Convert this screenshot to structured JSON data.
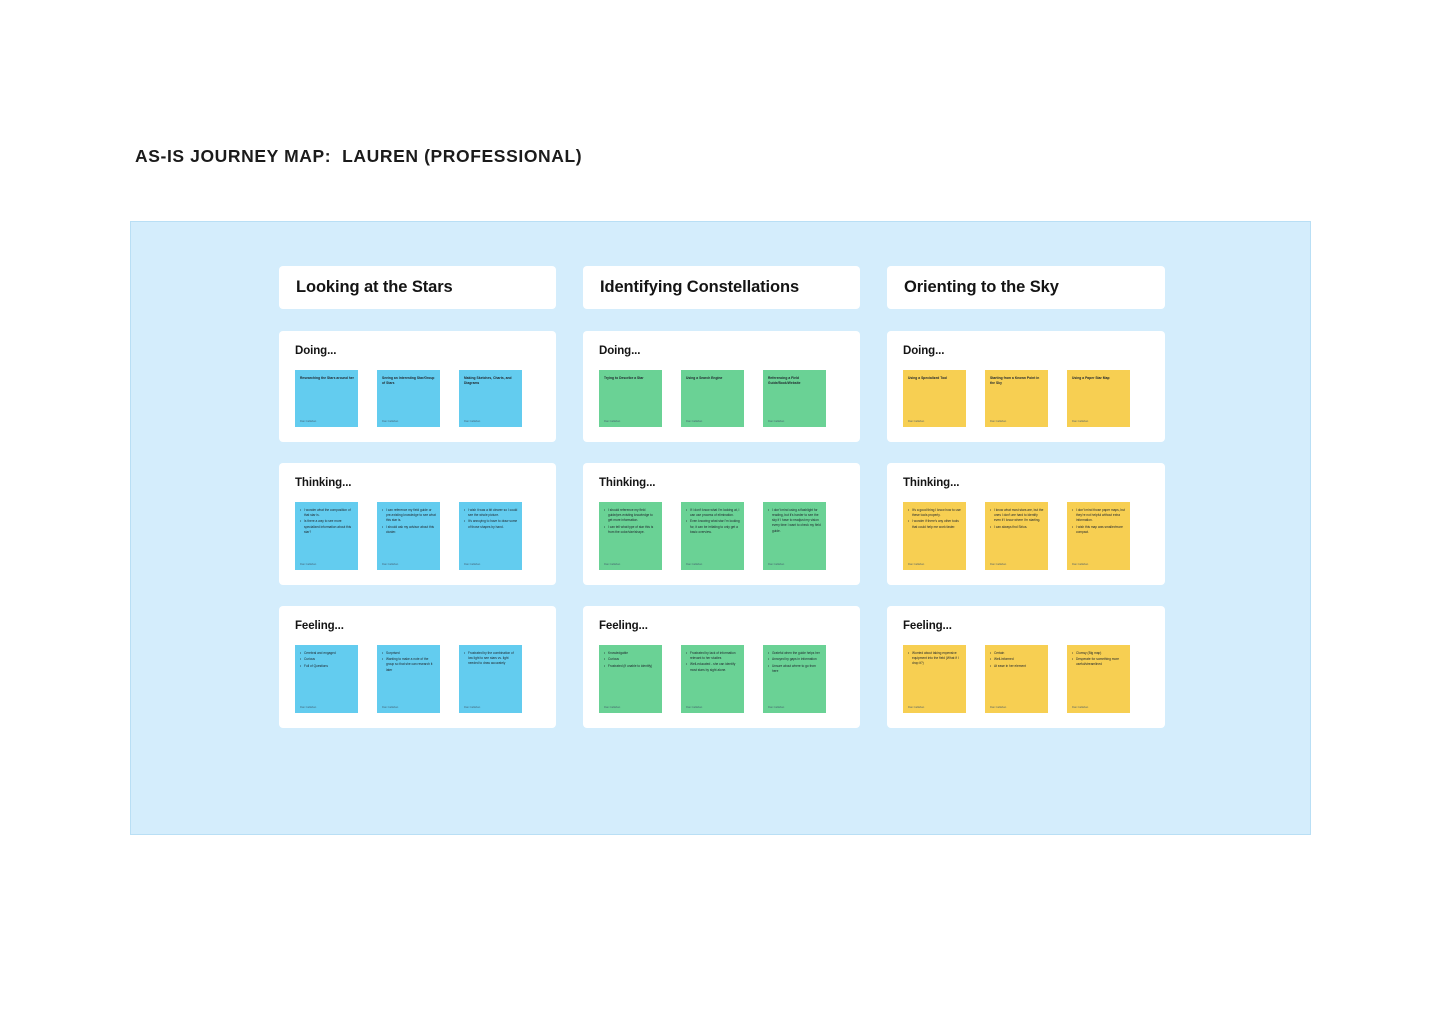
{
  "page": {
    "title": "AS-IS JOURNEY MAP:  LAUREN (PROFESSIONAL)"
  },
  "colors": {
    "board_background": "#d4edfc",
    "note_blue": "#63ccef",
    "note_green": "#6ad295",
    "note_yellow": "#f7cf52",
    "card_background": "#ffffff"
  },
  "author": "Dan Callahan",
  "lanes": [
    "Doing...",
    "Thinking...",
    "Feeling..."
  ],
  "columns": [
    {
      "stage": "Looking at the Stars",
      "color": "note_blue",
      "doing": [
        {
          "heading": "Researching the Stars around her"
        },
        {
          "heading": "Seeing an Interesting Star/Group of Stars"
        },
        {
          "heading": "Making Sketches, Charts, and Diagrams"
        }
      ],
      "thinking": [
        {
          "bullets": [
            "I wonder what the composition of that star is.",
            "Is there a way to see more specialized information about this star?"
          ]
        },
        {
          "bullets": [
            "I can reference my field guide or pre-existing knowledge to see what this star is.",
            "I should ask my advisor about this cluster."
          ]
        },
        {
          "bullets": [
            "I wish it was a bit clearer so I could see the whole picture.",
            "It's annoying to have to draw some of those shapes by hand."
          ]
        }
      ],
      "feeling": [
        {
          "bullets": [
            "Cerebral and engaged",
            "Curious",
            "Full of Questions"
          ]
        },
        {
          "bullets": [
            "Surprised",
            "Wanting to make a note of the group so that she can research it later"
          ]
        },
        {
          "bullets": [
            "Frustrated by the combination of low light to see stars vs. light needed to draw accurately"
          ]
        }
      ]
    },
    {
      "stage": "Identifying Constellations",
      "color": "note_green",
      "doing": [
        {
          "heading": "Trying to Describe a Star"
        },
        {
          "heading": "Using a Search Engine"
        },
        {
          "heading": "Referencing a Field Guide/Book/Website"
        }
      ],
      "thinking": [
        {
          "bullets": [
            "I should reference my field guide/pre-existing knowledge to get more information.",
            "I can tell what type of star this is from the color/size/shape."
          ]
        },
        {
          "bullets": [
            "If I don't know what I'm looking at, I can use process of elimination.",
            "Even knowing what star I'm looking for, it can be irritating to only get a basic overview."
          ]
        },
        {
          "bullets": [
            "I don't mind using a flashlight for reading, but it's harder to see the sky if I have to readjust my vision every time I want to check my field guide."
          ]
        }
      ],
      "feeling": [
        {
          "bullets": [
            "Knowledgable",
            "Curious",
            "Frustrated (if unable to identify)"
          ]
        },
        {
          "bullets": [
            "Frustrated by lack of information relevant to her studies",
            "Well-educated - she can identify most stars by sight alone."
          ]
        },
        {
          "bullets": [
            "Grateful when the guide helps her",
            "Annoyed by gaps in information",
            "Unsure about where to go from here"
          ]
        }
      ]
    },
    {
      "stage": "Orienting to the Sky",
      "color": "note_yellow",
      "doing": [
        {
          "heading": "Using a Specialized Tool"
        },
        {
          "heading": "Starting from a Known Point in the Sky"
        },
        {
          "heading": "Using a Paper Star Map"
        }
      ],
      "thinking": [
        {
          "bullets": [
            "It's a good thing I know how to use these tools properly.",
            "I wonder if there's any other tools that could help me work faster."
          ]
        },
        {
          "bullets": [
            "I know what most stars are, but the ones I don't are hard to identify even if I know where I'm starting.",
            "I can always find Sirius."
          ]
        },
        {
          "bullets": [
            "I don't mind those paper maps, but they're not helpful without extra information.",
            "I wish this map was smaller/more compact."
          ]
        }
      ],
      "feeling": [
        {
          "bullets": [
            "Worried about taking expensive equipment into the field (What if I drop it?)"
          ]
        },
        {
          "bullets": [
            "Certain",
            "Well-informed",
            "At ease in her element"
          ]
        },
        {
          "bullets": [
            "Clumsy (Big map)",
            "Desperate for something more useful/streamlined"
          ]
        }
      ]
    }
  ]
}
